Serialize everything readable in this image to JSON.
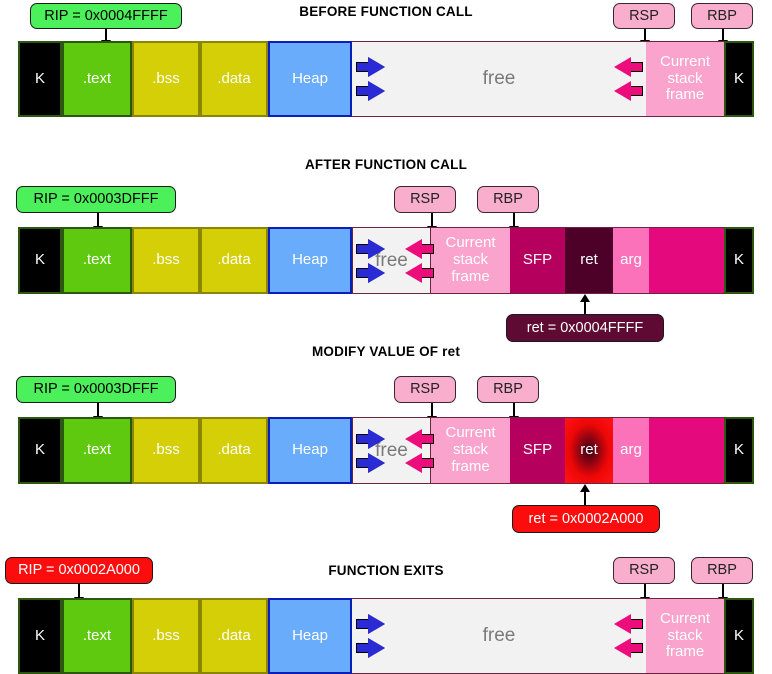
{
  "diagrams": [
    {
      "title": "BEFORE FUNCTION CALL",
      "rip_badge": {
        "label": "RIP = 0x0004FFFF",
        "style": "green"
      },
      "rsp_badge": {
        "label": "RSP"
      },
      "rbp_badge": {
        "label": "RBP"
      },
      "segments": {
        "kernel_low": "K",
        "text": ".text",
        "bss": ".bss",
        "data": ".data",
        "heap": "Heap",
        "free": "free",
        "current_stack_frame": "Current stack frame",
        "kernel_high": "K"
      }
    },
    {
      "title": "AFTER FUNCTION CALL",
      "rip_badge": {
        "label": "RIP = 0x0003DFFF",
        "style": "green"
      },
      "rsp_badge": {
        "label": "RSP"
      },
      "rbp_badge": {
        "label": "RBP"
      },
      "ret_badge": {
        "label": "ret = 0x0004FFFF",
        "style": "maroon"
      },
      "segments": {
        "kernel_low": "K",
        "text": ".text",
        "bss": ".bss",
        "data": ".data",
        "heap": "Heap",
        "free": "free",
        "current_stack_frame": "Current stack frame",
        "sfp": "SFP",
        "ret": "ret",
        "arg": "arg",
        "kernel_high": "K"
      }
    },
    {
      "title": "MODIFY VALUE OF ret",
      "rip_badge": {
        "label": "RIP = 0x0003DFFF",
        "style": "green"
      },
      "rsp_badge": {
        "label": "RSP"
      },
      "rbp_badge": {
        "label": "RBP"
      },
      "ret_badge": {
        "label": "ret = 0x0002A000",
        "style": "red"
      },
      "segments": {
        "kernel_low": "K",
        "text": ".text",
        "bss": ".bss",
        "data": ".data",
        "heap": "Heap",
        "free": "free",
        "current_stack_frame": "Current stack frame",
        "sfp": "SFP",
        "ret": "ret",
        "arg": "arg",
        "kernel_high": "K"
      }
    },
    {
      "title": "FUNCTION EXITS",
      "rip_badge": {
        "label": "RIP = 0x0002A000",
        "style": "red"
      },
      "rsp_badge": {
        "label": "RSP"
      },
      "rbp_badge": {
        "label": "RBP"
      },
      "segments": {
        "kernel_low": "K",
        "text": ".text",
        "bss": ".bss",
        "data": ".data",
        "heap": "Heap",
        "free": "free",
        "current_stack_frame": "Current stack frame",
        "kernel_high": "K"
      }
    }
  ],
  "colors": {
    "kernel": "#000000",
    "text_segment": "#5ec90f",
    "bss_data": "#d4cf06",
    "heap": "#68acfb",
    "free": "#f2f2f2",
    "current_stack_frame": "#f9a3cd",
    "sfp": "#b5005e",
    "ret_normal": "#4d0129",
    "ret_modified": "#ee0707",
    "arg": "#fb72bb",
    "stack_rest": "#e4097c",
    "badge_green": "#4bf05a",
    "badge_pink": "#f9aecd",
    "badge_maroon": "#5e0a32",
    "badge_red": "#fc0d0d",
    "heap_arrow": "#2b2bd6",
    "stack_arrow": "#ec0c7c"
  }
}
